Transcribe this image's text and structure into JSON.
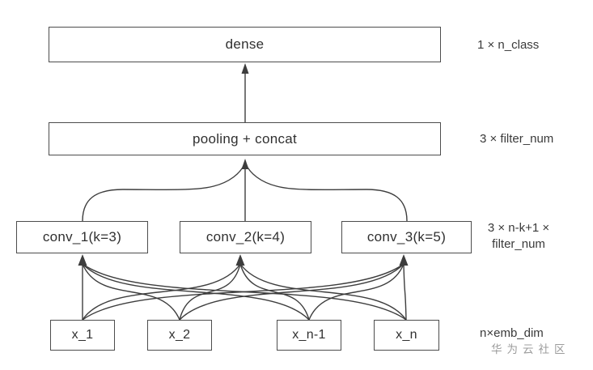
{
  "diagram": {
    "dense": {
      "label": "dense",
      "dim": "1 × n_class"
    },
    "pooling": {
      "label": "pooling + concat",
      "dim": "3 × filter_num"
    },
    "conv": {
      "boxes": [
        "conv_1(k=3)",
        "conv_2(k=4)",
        "conv_3(k=5)"
      ],
      "dim_line1": "3 × n-k+1 ×",
      "dim_line2": "filter_num"
    },
    "inputs": {
      "boxes": [
        "x_1",
        "x_2",
        "x_n-1",
        "x_n"
      ],
      "dim": "n×emb_dim"
    },
    "watermark": "华为云社区",
    "colors": {
      "line": "#3d3d3d",
      "box_border": "#4d4d4d",
      "box_text": "#303030",
      "label_text": "#3a3a3a",
      "watermark": "#9c9c9c",
      "background": "#ffffff"
    }
  }
}
